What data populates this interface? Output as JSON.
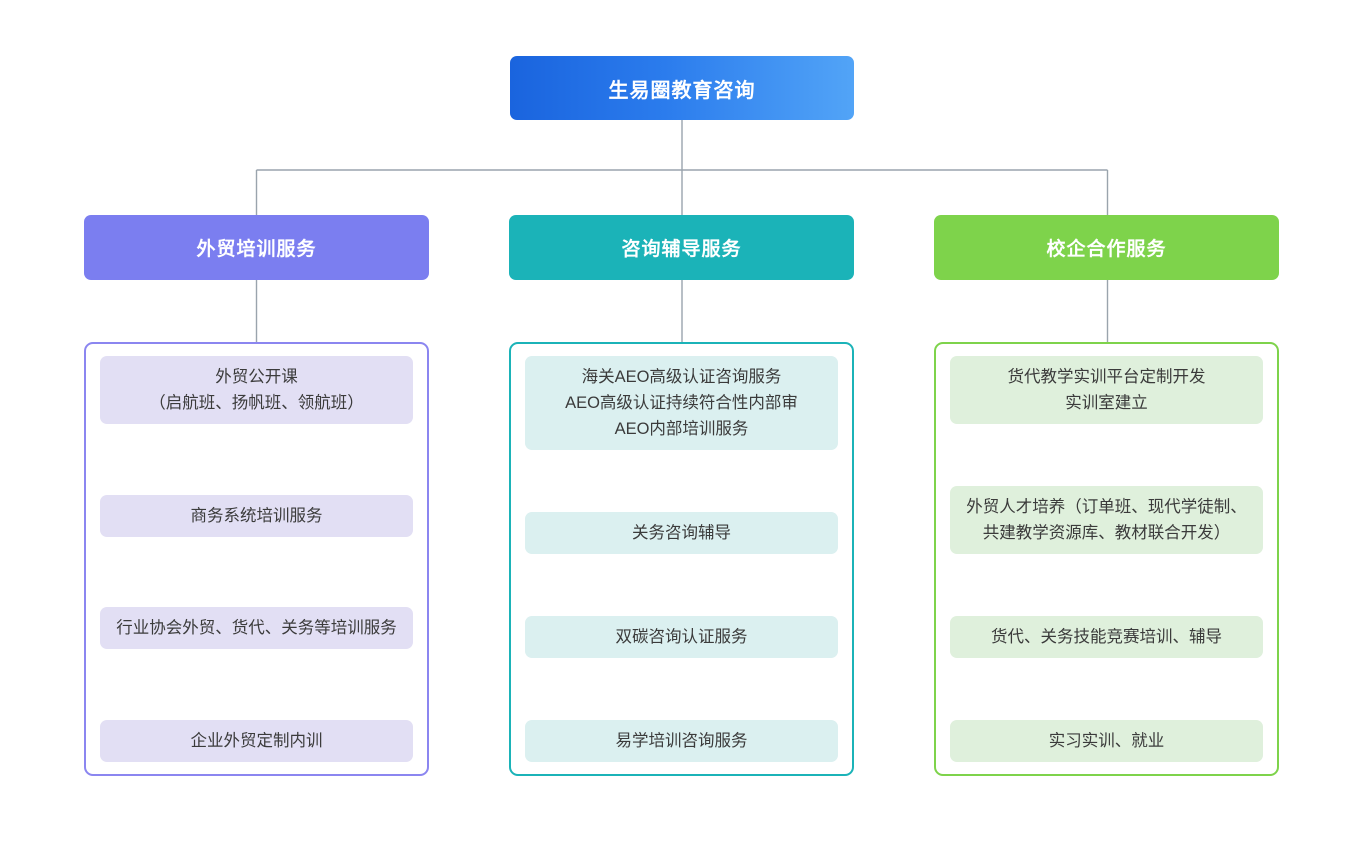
{
  "diagram": {
    "type": "organization-chart",
    "root": {
      "label": "生易圈教育咨询",
      "color": "#2b7ced",
      "gradient_from": "#1a64de",
      "gradient_to": "#52a4f7"
    },
    "connector_color": "#9aa4ad",
    "branches": [
      {
        "id": "foreign-trade-training",
        "header": "外贸培训服务",
        "header_color": "#7b7ef0",
        "border_color": "#8b86f0",
        "card_color": "#e2dff4",
        "items": [
          {
            "lines": [
              "外贸公开课",
              "（启航班、扬帆班、领航班）"
            ]
          },
          {
            "lines": [
              "商务系统培训服务"
            ]
          },
          {
            "lines": [
              "行业协会外贸、货代、关务等培训服务"
            ]
          },
          {
            "lines": [
              "企业外贸定制内训"
            ]
          }
        ]
      },
      {
        "id": "consulting-tutoring",
        "header": "咨询辅导服务",
        "header_color": "#1bb3b8",
        "border_color": "#1bb3b8",
        "card_color": "#dbf0f0",
        "items": [
          {
            "lines": [
              "海关AEO高级认证咨询服务",
              "AEO高级认证持续符合性内部审",
              "AEO内部培训服务"
            ]
          },
          {
            "lines": [
              "关务咨询辅导"
            ]
          },
          {
            "lines": [
              "双碳咨询认证服务"
            ]
          },
          {
            "lines": [
              "易学培训咨询服务"
            ]
          }
        ]
      },
      {
        "id": "school-enterprise-cooperation",
        "header": "校企合作服务",
        "header_color": "#7ed34b",
        "border_color": "#7ed34b",
        "card_color": "#dff0dc",
        "items": [
          {
            "lines": [
              "货代教学实训平台定制开发",
              "实训室建立"
            ]
          },
          {
            "lines": [
              "外贸人才培养（订单班、现代学徒制、共建教学资源库、教材联合开发）"
            ]
          },
          {
            "lines": [
              "货代、关务技能竞赛培训、辅导"
            ]
          },
          {
            "lines": [
              "实习实训、就业"
            ]
          }
        ]
      }
    ]
  }
}
